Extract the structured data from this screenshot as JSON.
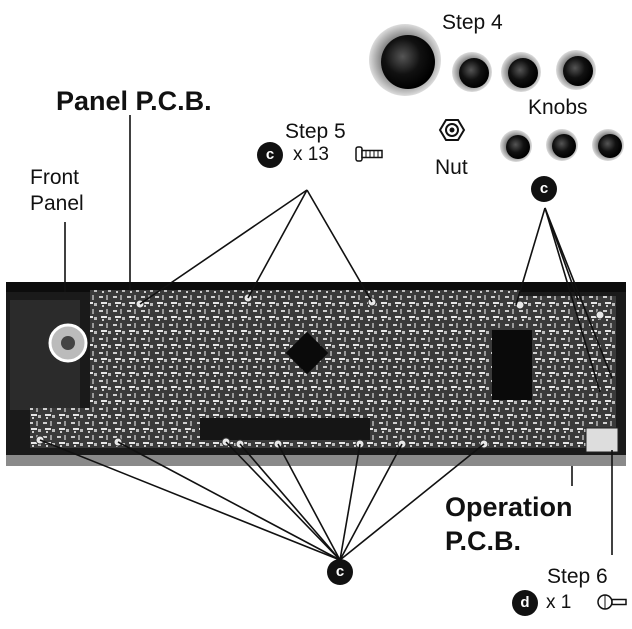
{
  "labels": {
    "step4": "Step 4",
    "knobs": "Knobs",
    "panel_pcb": "Panel P.C.B.",
    "step5": "Step 5",
    "front_panel_line1": "Front",
    "front_panel_line2": "Panel",
    "nut": "Nut",
    "operation_pcb_line1": "Operation",
    "operation_pcb_line2": "P.C.B.",
    "step6": "Step 6"
  },
  "screws": {
    "c_letter": "c",
    "d_letter": "d",
    "step5_count": "x 13",
    "step6_count": "x 1"
  },
  "icons": {
    "screw_c": "screw-icon",
    "screw_d": "screw-icon",
    "nut": "hex-nut-icon",
    "knob": "knob-icon"
  },
  "colors": {
    "ink": "#111111",
    "board": "#2a2a2a",
    "background": "#ffffff"
  }
}
